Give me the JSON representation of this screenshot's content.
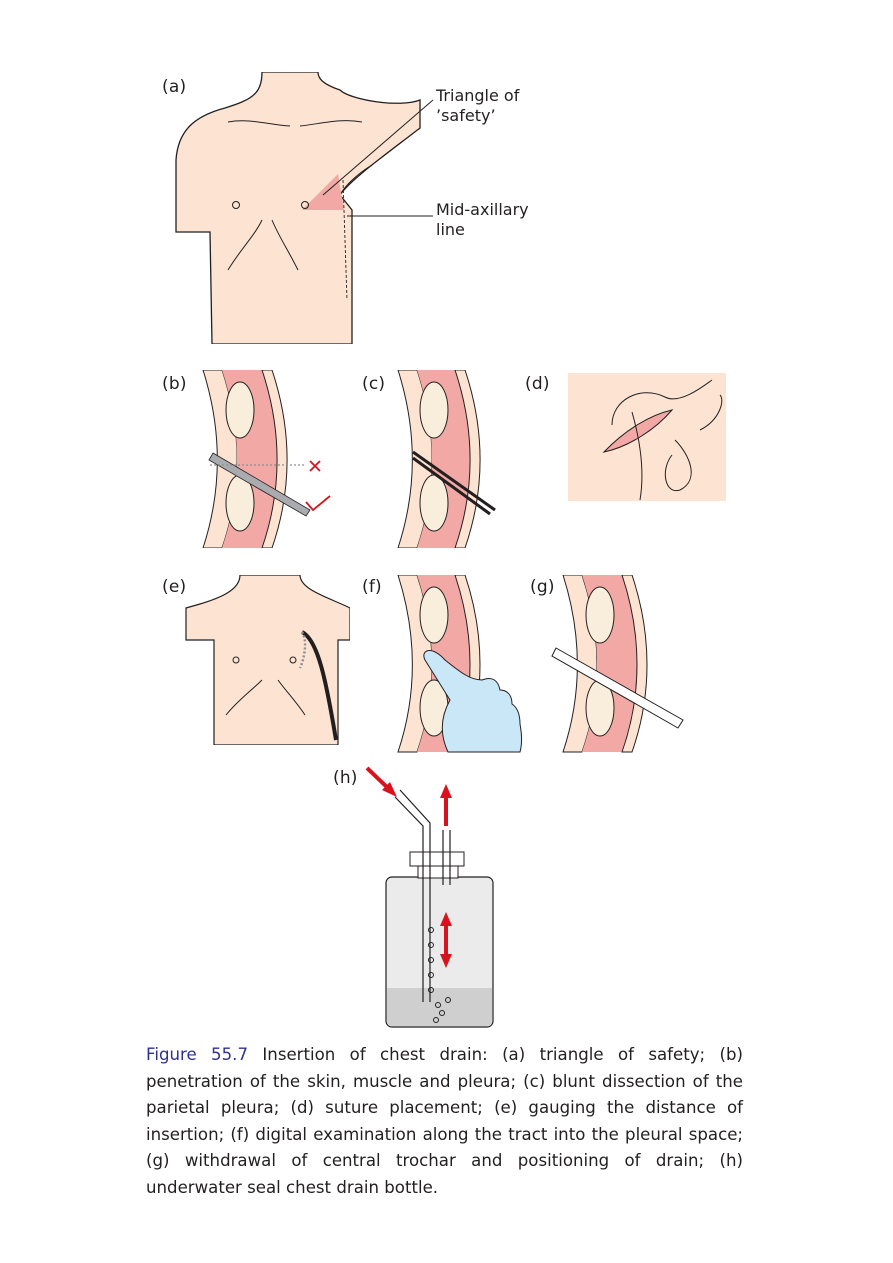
{
  "panels": {
    "a": "(a)",
    "b": "(b)",
    "c": "(c)",
    "d": "(d)",
    "e": "(e)",
    "f": "(f)",
    "g": "(g)",
    "h": "(h)"
  },
  "callouts": {
    "triangle_line1": "Triangle of",
    "triangle_line2": "’safety’",
    "axillary_line1": "Mid-axillary",
    "axillary_line2": "line"
  },
  "caption": {
    "figure_number": "Figure 55.7",
    "text": "Insertion of chest drain: (a) triangle of safety; (b) penetration of the skin, muscle and pleura; (c) blunt dissection of the parietal pleura; (d) suture placement; (e) gauging the distance of insertion; (f) digital examination along the tract into the pleural space; (g) withdrawal of central trochar and positioning of drain; (h) underwater seal chest drain bottle."
  },
  "colors": {
    "skin": "#fde4d2",
    "flesh": "#f2a9a6",
    "rib": "#f8eedb",
    "arrow_red": "#d7141e",
    "glove": "#c9e7f7",
    "bottle": "#ebebeb",
    "water": "#cfcfcf",
    "caption_blue": "#2e3192"
  }
}
